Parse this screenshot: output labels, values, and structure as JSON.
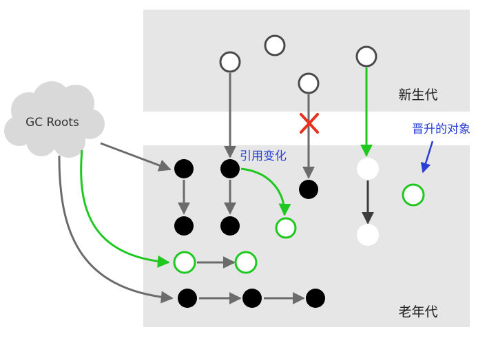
{
  "labels": {
    "gc_roots": "GC Roots",
    "young_gen": "新生代",
    "old_gen": "老年代",
    "reference_change": "引用变化",
    "promoted_object": "晋升的对象"
  },
  "colors": {
    "region": "#e6e6e6",
    "gray_arrow": "#6b6b6b",
    "dark_arrow": "#3c3c3c",
    "green": "#1ec81e",
    "red": "#e8301c",
    "blue": "#2a3fd6",
    "black_node": "#000000",
    "white_node": "#ffffff"
  }
}
